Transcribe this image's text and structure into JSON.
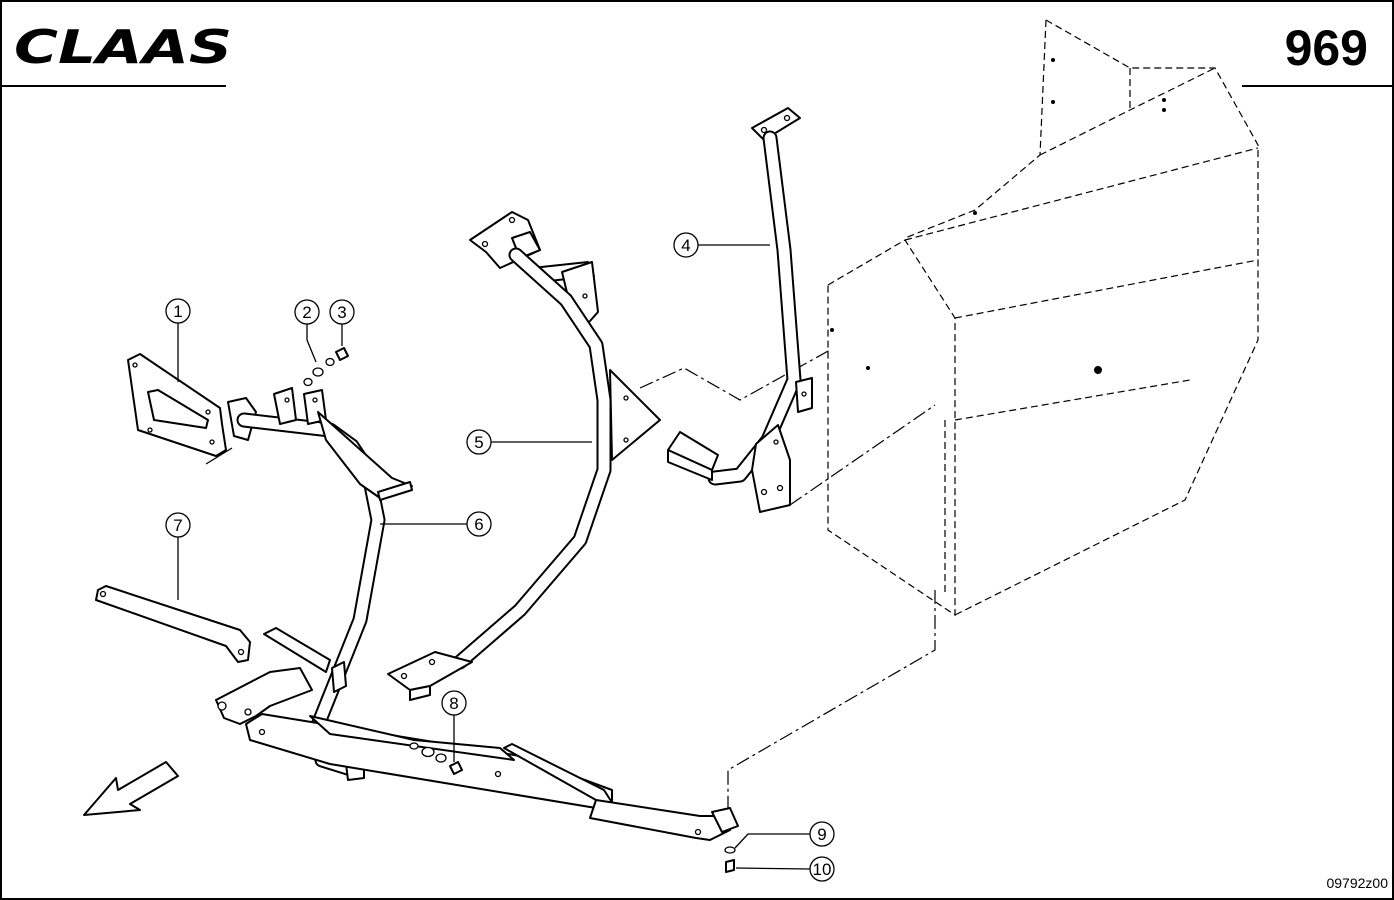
{
  "header": {
    "brand": "CLAAS",
    "page_number": "969"
  },
  "callouts": [
    {
      "id": "1",
      "label": "1"
    },
    {
      "id": "2",
      "label": "2"
    },
    {
      "id": "3",
      "label": "3"
    },
    {
      "id": "4",
      "label": "4"
    },
    {
      "id": "5",
      "label": "5"
    },
    {
      "id": "6",
      "label": "6"
    },
    {
      "id": "7",
      "label": "7"
    },
    {
      "id": "8",
      "label": "8"
    },
    {
      "id": "9",
      "label": "9"
    },
    {
      "id": "10",
      "label": "10"
    }
  ],
  "footer": {
    "drawing_id": "09792z00"
  },
  "icons": {
    "direction": "travel-direction-arrow-icon"
  }
}
